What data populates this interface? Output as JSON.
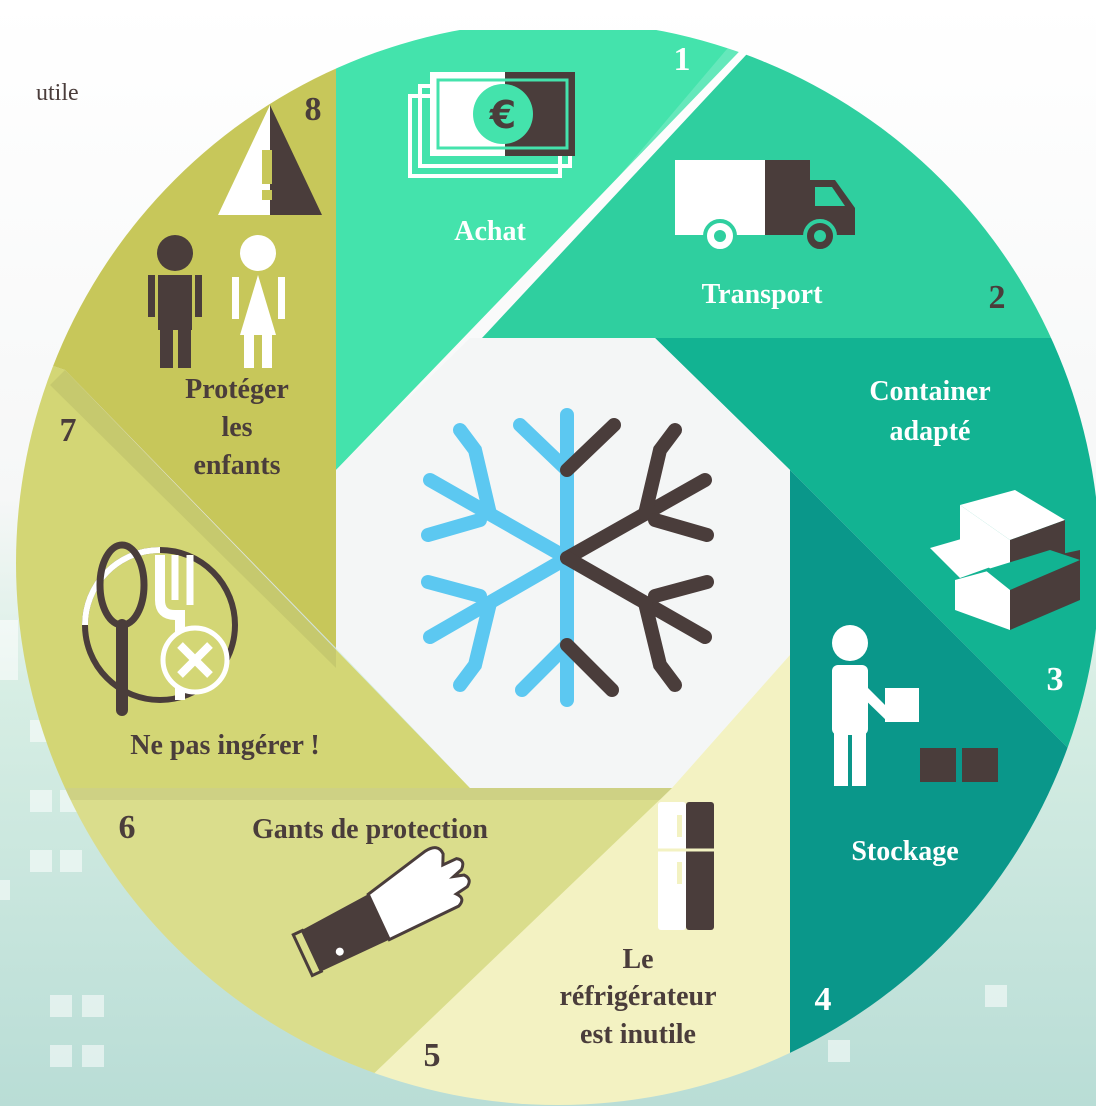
{
  "corner_text": "utile",
  "segments": [
    {
      "number": "1",
      "label_lines": [
        "Achat"
      ],
      "icon": "money-icon"
    },
    {
      "number": "2",
      "label_lines": [
        "Transport"
      ],
      "icon": "truck-icon"
    },
    {
      "number": "3",
      "label_lines": [
        "Container",
        "adapté"
      ],
      "icon": "boxes-icon"
    },
    {
      "number": "4",
      "label_lines": [
        "Stockage"
      ],
      "icon": "person-carrying-box-icon"
    },
    {
      "number": "5",
      "label_lines": [
        "Le",
        "réfrigérateur",
        "est inutile"
      ],
      "icon": "fridge-icon"
    },
    {
      "number": "6",
      "label_lines": [
        "Gants de protection"
      ],
      "icon": "glove-icon"
    },
    {
      "number": "7",
      "label_lines": [
        "Ne pas ingérer !"
      ],
      "icon": "no-eating-icon"
    },
    {
      "number": "8",
      "label_lines": [
        "Protéger",
        "les",
        "enfants"
      ],
      "icon": "warning-children-icon"
    }
  ],
  "center_icon": "snowflake-icon",
  "colors": {
    "seg1": "#44e3ac",
    "seg2": "#2fcf9f",
    "seg3": "#12b392",
    "seg4": "#0a978a",
    "seg5": "#f3f2c2",
    "seg6": "#dadd8c",
    "seg7": "#d3d675",
    "seg8": "#c7c75a",
    "dark": "#4a3d3b",
    "snow_blue": "#5cc8f1",
    "center": "#f4f6f6"
  }
}
